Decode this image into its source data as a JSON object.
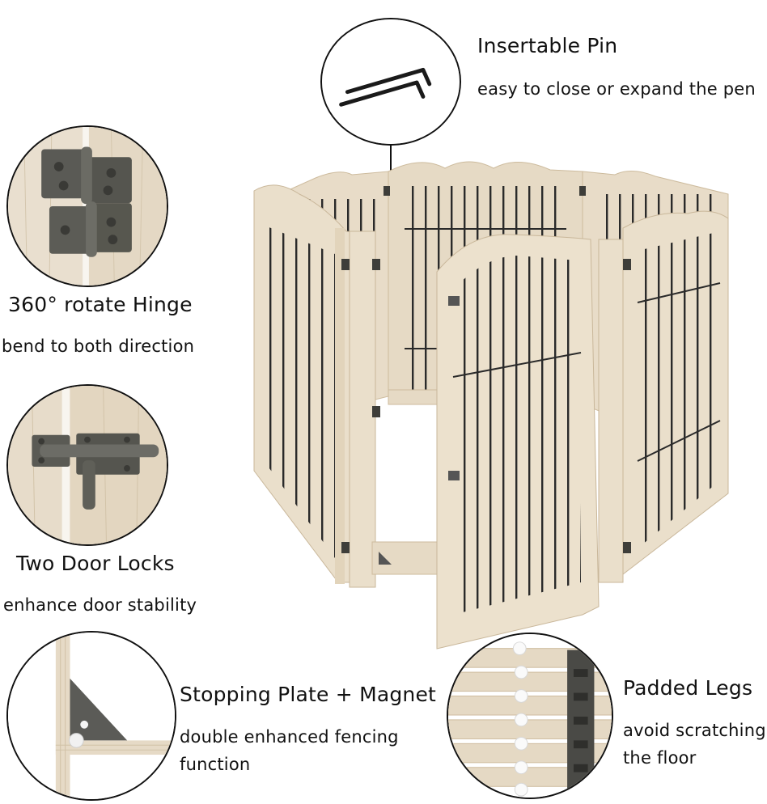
{
  "features": {
    "pin": {
      "title": "Insertable Pin",
      "desc": "easy to close or expand the pen",
      "icon": "pin-icon"
    },
    "hinge": {
      "title": "360° rotate Hinge",
      "desc": "bend to both direction",
      "icon": "hinge-icon"
    },
    "locks": {
      "title": "Two Door Locks",
      "desc": "enhance door stability",
      "icon": "door-lock-icon"
    },
    "plate": {
      "title": "Stopping Plate + Magnet",
      "desc_line1": "double enhanced fencing",
      "desc_line2": "function",
      "icon": "stopping-plate-icon"
    },
    "legs": {
      "title": "Padded Legs",
      "desc_line1": "avoid scratching",
      "desc_line2": "the floor",
      "icon": "padded-legs-icon"
    }
  },
  "colors": {
    "wood": "#e8dcc8",
    "wood_edge": "#c9b79a",
    "wire": "#2a2a2a",
    "metal": "#4a4a48",
    "outline": "#111111"
  }
}
